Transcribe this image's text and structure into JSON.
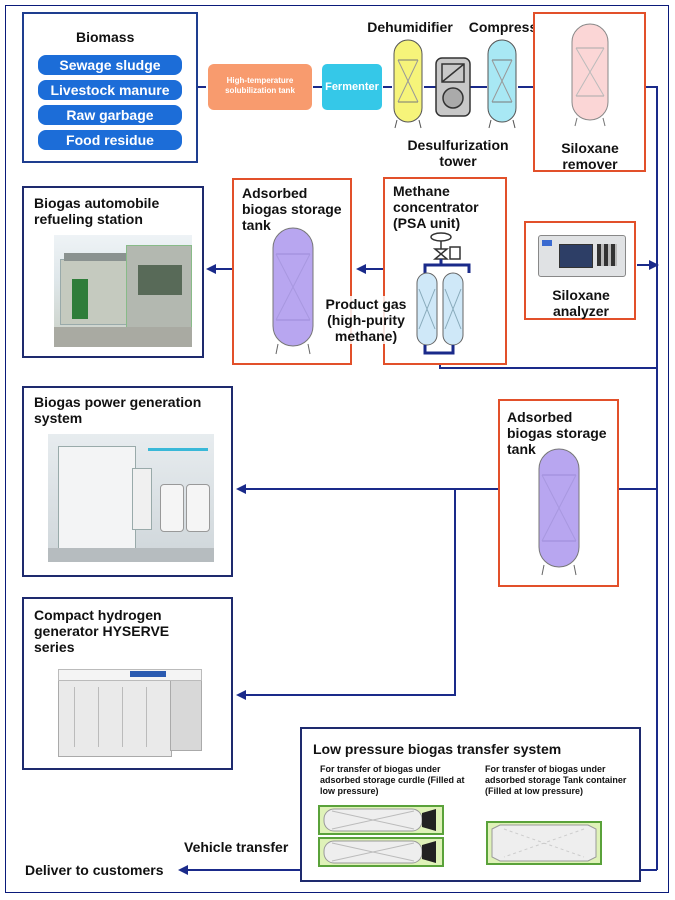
{
  "biomass": {
    "title": "Biomass",
    "items": [
      "Sewage sludge",
      "Livestock manure",
      "Raw garbage",
      "Food residue"
    ]
  },
  "process": {
    "solubilization": "High-temperature solubilization tank",
    "fermenter": "Fermenter",
    "dehumidifier": "Dehumidifier",
    "compressor": "Compressor",
    "desulfurization": "Desulfurization tower",
    "siloxane_remover": "Siloxane remover",
    "methane_concentrator": "Methane concentrator (PSA unit)",
    "product_gas": "Product gas (high-purity methane)",
    "adsorbed_tank_top": "Adsorbed biogas storage tank",
    "siloxane_analyzer": "Siloxane analyzer",
    "adsorbed_tank_mid": "Adsorbed biogas storage tank"
  },
  "destinations": {
    "refueling": "Biogas automobile refueling station",
    "power": "Biogas power generation system",
    "hydrogen": "Compact hydrogen generator HYSERVE series"
  },
  "transfer": {
    "title": "Low pressure biogas transfer system",
    "curdle_caption": "For transfer of biogas under adsorbed storage curdle (Filled at low pressure)",
    "tank_caption": "For transfer of biogas under adsorbed storage Tank container (Filled at low pressure)",
    "vehicle_transfer": "Vehicle transfer",
    "deliver": "Deliver to customers"
  },
  "colors": {
    "line": "#1a2a8a",
    "orange_line": "#f0a23a",
    "pill": "#1c6dd8",
    "red_border": "#e2502a",
    "solubilization": "#f89b6e",
    "fermenter": "#35c8e8"
  }
}
